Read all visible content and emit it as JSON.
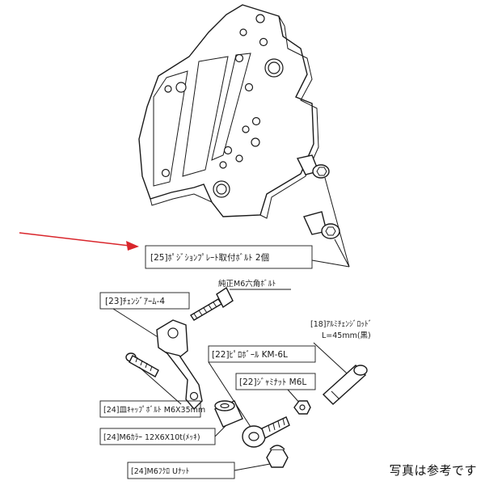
{
  "labels": {
    "bolt_25": "[25]ﾎﾟｼﾞｼｮﾝﾌﾟﾚｰﾄ取付ﾎﾞﾙﾄ 2個",
    "genuine_bolt": "純正M6六角ﾎﾞﾙﾄ",
    "change_arm": "[23]ﾁｪﾝｼﾞｱｰﾑ-4",
    "rod_18_line1": "[18]ｱﾙﾐﾁｪﾝｼﾞﾛｯﾄﾞ",
    "rod_18_line2": "L=45mm(黒)",
    "pillow_ball": "[22]ﾋﾟﾛﾎﾞｰﾙ KM-6L",
    "jam_nut": "[22]ｼﾞｬﾐﾅｯﾄ M6L",
    "cap_bolt": "[24]皿ｷｬｯﾌﾟﾎﾞﾙﾄ M6X35mm",
    "collar": "[24]M6ｶﾗｰ 12X6X10t(ﾒｯｷ)",
    "u_nut": "[24]M6ﾌｸﾛ Uﾅｯﾄ"
  },
  "caption": "写真は参考です",
  "colors": {
    "line": "#1a1a1a",
    "arrow": "#d9262c",
    "background": "#ffffff"
  }
}
